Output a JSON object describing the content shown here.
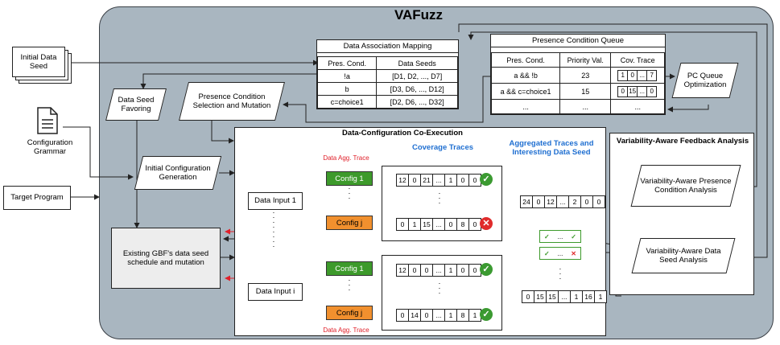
{
  "title": "VAFuzz",
  "inputs": {
    "initial_seed": "Initial Data Seed",
    "config_grammar": "Configuration Grammar",
    "target_program": "Target Program"
  },
  "mapping": {
    "title": "Data Association Mapping",
    "headers": [
      "Pres. Cond.",
      "Data Seeds"
    ],
    "rows": [
      [
        "!a",
        "[D1, D2, ..., D7]"
      ],
      [
        "b",
        "[D3, D6, ..., D12]"
      ],
      [
        "c=choice1",
        "[D2, D6, ..., D32]"
      ]
    ]
  },
  "queue": {
    "title": "Presence Condition Queue",
    "headers": [
      "Pres. Cond.",
      "Priority Val.",
      "Cov. Trace"
    ],
    "rows": [
      {
        "cond": "a && !b",
        "priority": "23",
        "trace": [
          "1",
          "0",
          "...",
          "7"
        ]
      },
      {
        "cond": "a && c=choice1",
        "priority": "15",
        "trace": [
          "0",
          "15",
          "...",
          "0"
        ]
      },
      {
        "cond": "...",
        "priority": "...",
        "trace": [
          "..."
        ]
      }
    ]
  },
  "nodes": {
    "pc_queue_opt": "PC Queue Optimization",
    "data_seed_favoring": "Data Seed Favoring",
    "pcs_mutation": "Presence Condition Selection and Mutation",
    "init_config_gen": "Initial Configuration Generation",
    "existing_gbf": "Existing GBF's data seed schedule and mutation"
  },
  "coexec": {
    "title": "Data-Configuration Co-Execution",
    "coverage_traces": "Coverage Traces",
    "aggregated": "Aggregated Traces and Interesting Data Seed",
    "data_agg_trace": "Data Agg. Trace",
    "data_input_1": "Data Input 1",
    "data_input_i": "Data Input i",
    "config_1": "Config 1",
    "config_j": "Config j",
    "traces": [
      [
        "12",
        "0",
        "21",
        "...",
        "1",
        "0",
        "0"
      ],
      [
        "0",
        "1",
        "15",
        "...",
        "0",
        "8",
        "0"
      ],
      [
        "12",
        "0",
        "0",
        "...",
        "1",
        "0",
        "0"
      ],
      [
        "0",
        "14",
        "0",
        "...",
        "1",
        "8",
        "1"
      ]
    ],
    "agg_top": [
      "24",
      "0",
      "12",
      "...",
      "2",
      "0",
      "0"
    ],
    "agg_bottom": [
      "0",
      "15",
      "15",
      "...",
      "1",
      "16",
      "1"
    ],
    "ellipsis": "..."
  },
  "feedback": {
    "title": "Variability-Aware Feedback Analysis",
    "pc_analysis": "Variability-Aware Presence Condition Analysis",
    "seed_analysis": "Variability-Aware Data Seed Analysis"
  },
  "colors": {
    "panel": "#a9b6c0",
    "green": "#3d9a2b",
    "orange": "#f1902e",
    "blue": "#1f6fd1",
    "red": "#e0202a"
  }
}
